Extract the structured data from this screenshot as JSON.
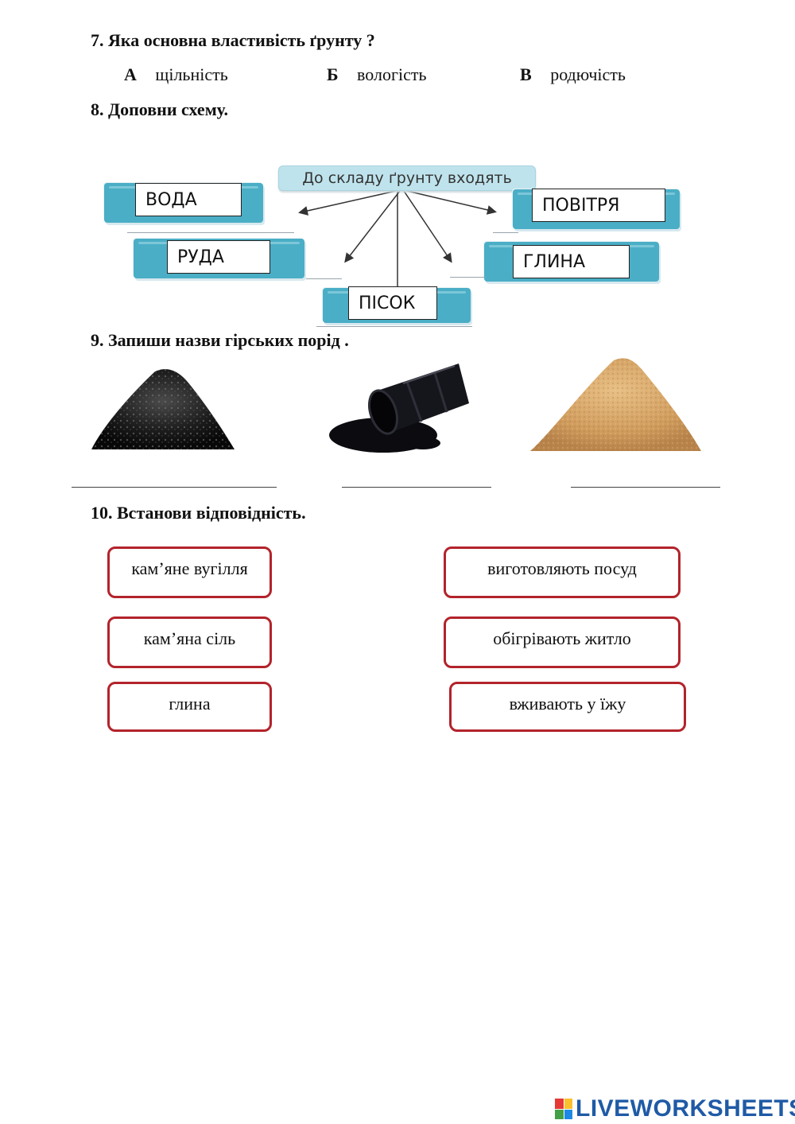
{
  "q7": {
    "title": "7.  Яка  основна властивість ґрунту ?",
    "options": [
      {
        "letter": "А",
        "text": "щільність"
      },
      {
        "letter": "Б",
        "text": "вологість"
      },
      {
        "letter": "В",
        "text": "родючість"
      }
    ]
  },
  "q8": {
    "title": "8.  Доповни схему.",
    "scheme_title": "До складу ґрунту входять",
    "answers": [
      "ВОДА",
      "РУДА",
      "ПІСОК",
      "ПОВІТРЯ",
      "ГЛИНА"
    ]
  },
  "q9": {
    "title": "9.  Запиши  назви гірських порід .",
    "images": [
      "coal-pile-image",
      "oil-barrel-image",
      "sand-pile-image"
    ]
  },
  "q10": {
    "title": "10.   Встанови відповідність.",
    "left": [
      "кам’яне вугілля",
      "кам’яна сіль",
      "глина"
    ],
    "right": [
      "виготовляють посуд",
      "обігрівають житло",
      "вживають у їжу"
    ]
  },
  "footer": {
    "logo_text": "LIVEWORKSHEETS",
    "logo_colors": [
      "#e53935",
      "#fbc02d",
      "#43a047",
      "#1e88e5"
    ]
  }
}
